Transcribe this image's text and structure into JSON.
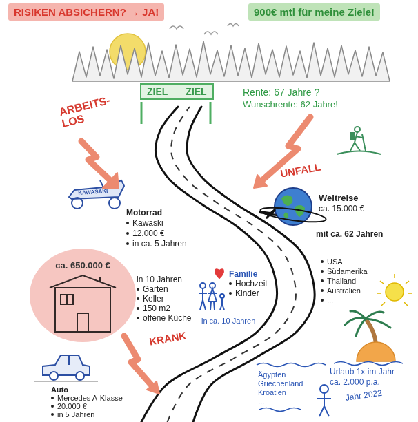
{
  "diagram": {
    "nodes": [
      {
        "text": [
          "RISIKEN ABSICHERN? → JA!"
        ]
      },
      {
        "text": [
          "900€ mtl für meine Ziele!"
        ]
      },
      {
        "text": [
          "ZIEL",
          "ZIEL"
        ]
      },
      {
        "text": [
          "ca. 650.000 €"
        ]
      }
    ],
    "labels": [
      "Rente: 67 Jahre ?",
      "Wunschrente: 62 Jahre!",
      "ARBEITS-LOS",
      "UNFALL",
      "Weltreise",
      "ca. 15.000 €",
      "mit ca. 62 Jahren",
      "USA",
      "Südamerika",
      "Thailand",
      "Australien",
      "...",
      "Motorrad",
      "Kawaski",
      "12.000 €",
      "in ca. 5 Jahren",
      "KAWASAKI",
      "in 10 Jahren",
      "Garten",
      "Keller",
      "150 m2",
      "offene Küche",
      "Familie",
      "Hochzeit",
      "Kinder",
      "in ca. 10 Jahren",
      "KRANK",
      "Ägypten",
      "Griechenland",
      "Kroatien",
      "...",
      "Urlaub 1x im Jahr",
      "ca. 2.000 p.a.",
      "Jahr 2022",
      "Auto",
      "Mercedes A-Klasse",
      "20.000 €",
      "in 5 Jahren"
    ]
  }
}
